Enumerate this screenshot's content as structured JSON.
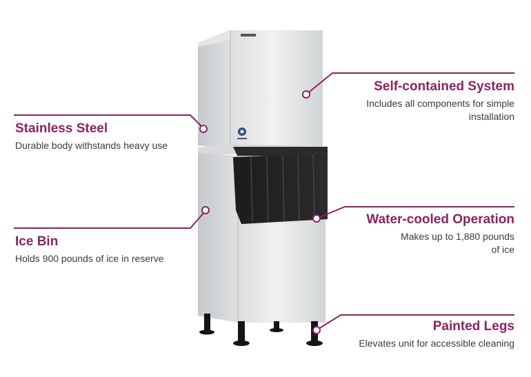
{
  "brand_color": "#8b2361",
  "product": {
    "badge_icon": "hoshizaki-logo-icon",
    "nameplate_icon": "nameplate-icon"
  },
  "callouts": [
    {
      "id": "self-contained",
      "title": "Self-contained System",
      "description": "Includes all components for simple installation"
    },
    {
      "id": "stainless-steel",
      "title": "Stainless Steel",
      "description": "Durable body withstands heavy use"
    },
    {
      "id": "water-cooled",
      "title": "Water-cooled Operation",
      "description": "Makes up to 1,880 pounds of ice"
    },
    {
      "id": "ice-bin",
      "title": "Ice Bin",
      "description": "Holds 900 pounds of ice in reserve"
    },
    {
      "id": "painted-legs",
      "title": "Painted Legs",
      "description": "Elevates unit for accessible cleaning"
    }
  ]
}
